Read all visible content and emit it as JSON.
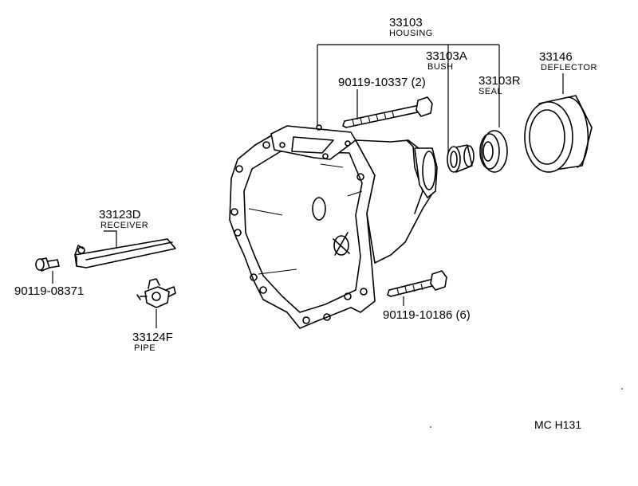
{
  "parts": {
    "housing": {
      "number": "33103",
      "name": "HOUSING"
    },
    "bush": {
      "number": "33103A",
      "name": "BUSH"
    },
    "seal": {
      "number": "33103R",
      "name": "SEAL"
    },
    "deflector": {
      "number": "33146",
      "name": "DEFLECTOR"
    },
    "receiver": {
      "number": "33123D",
      "name": "RECEIVER"
    },
    "pipe": {
      "number": "33124F",
      "name": "PIPE"
    },
    "bolt_top": {
      "number": "90119-10337 (2)"
    },
    "bolt_bottom": {
      "number": "90119-10186 (6)"
    },
    "bolt_small": {
      "number": "90119-08371"
    }
  },
  "footer": {
    "code": "MC  H131"
  }
}
